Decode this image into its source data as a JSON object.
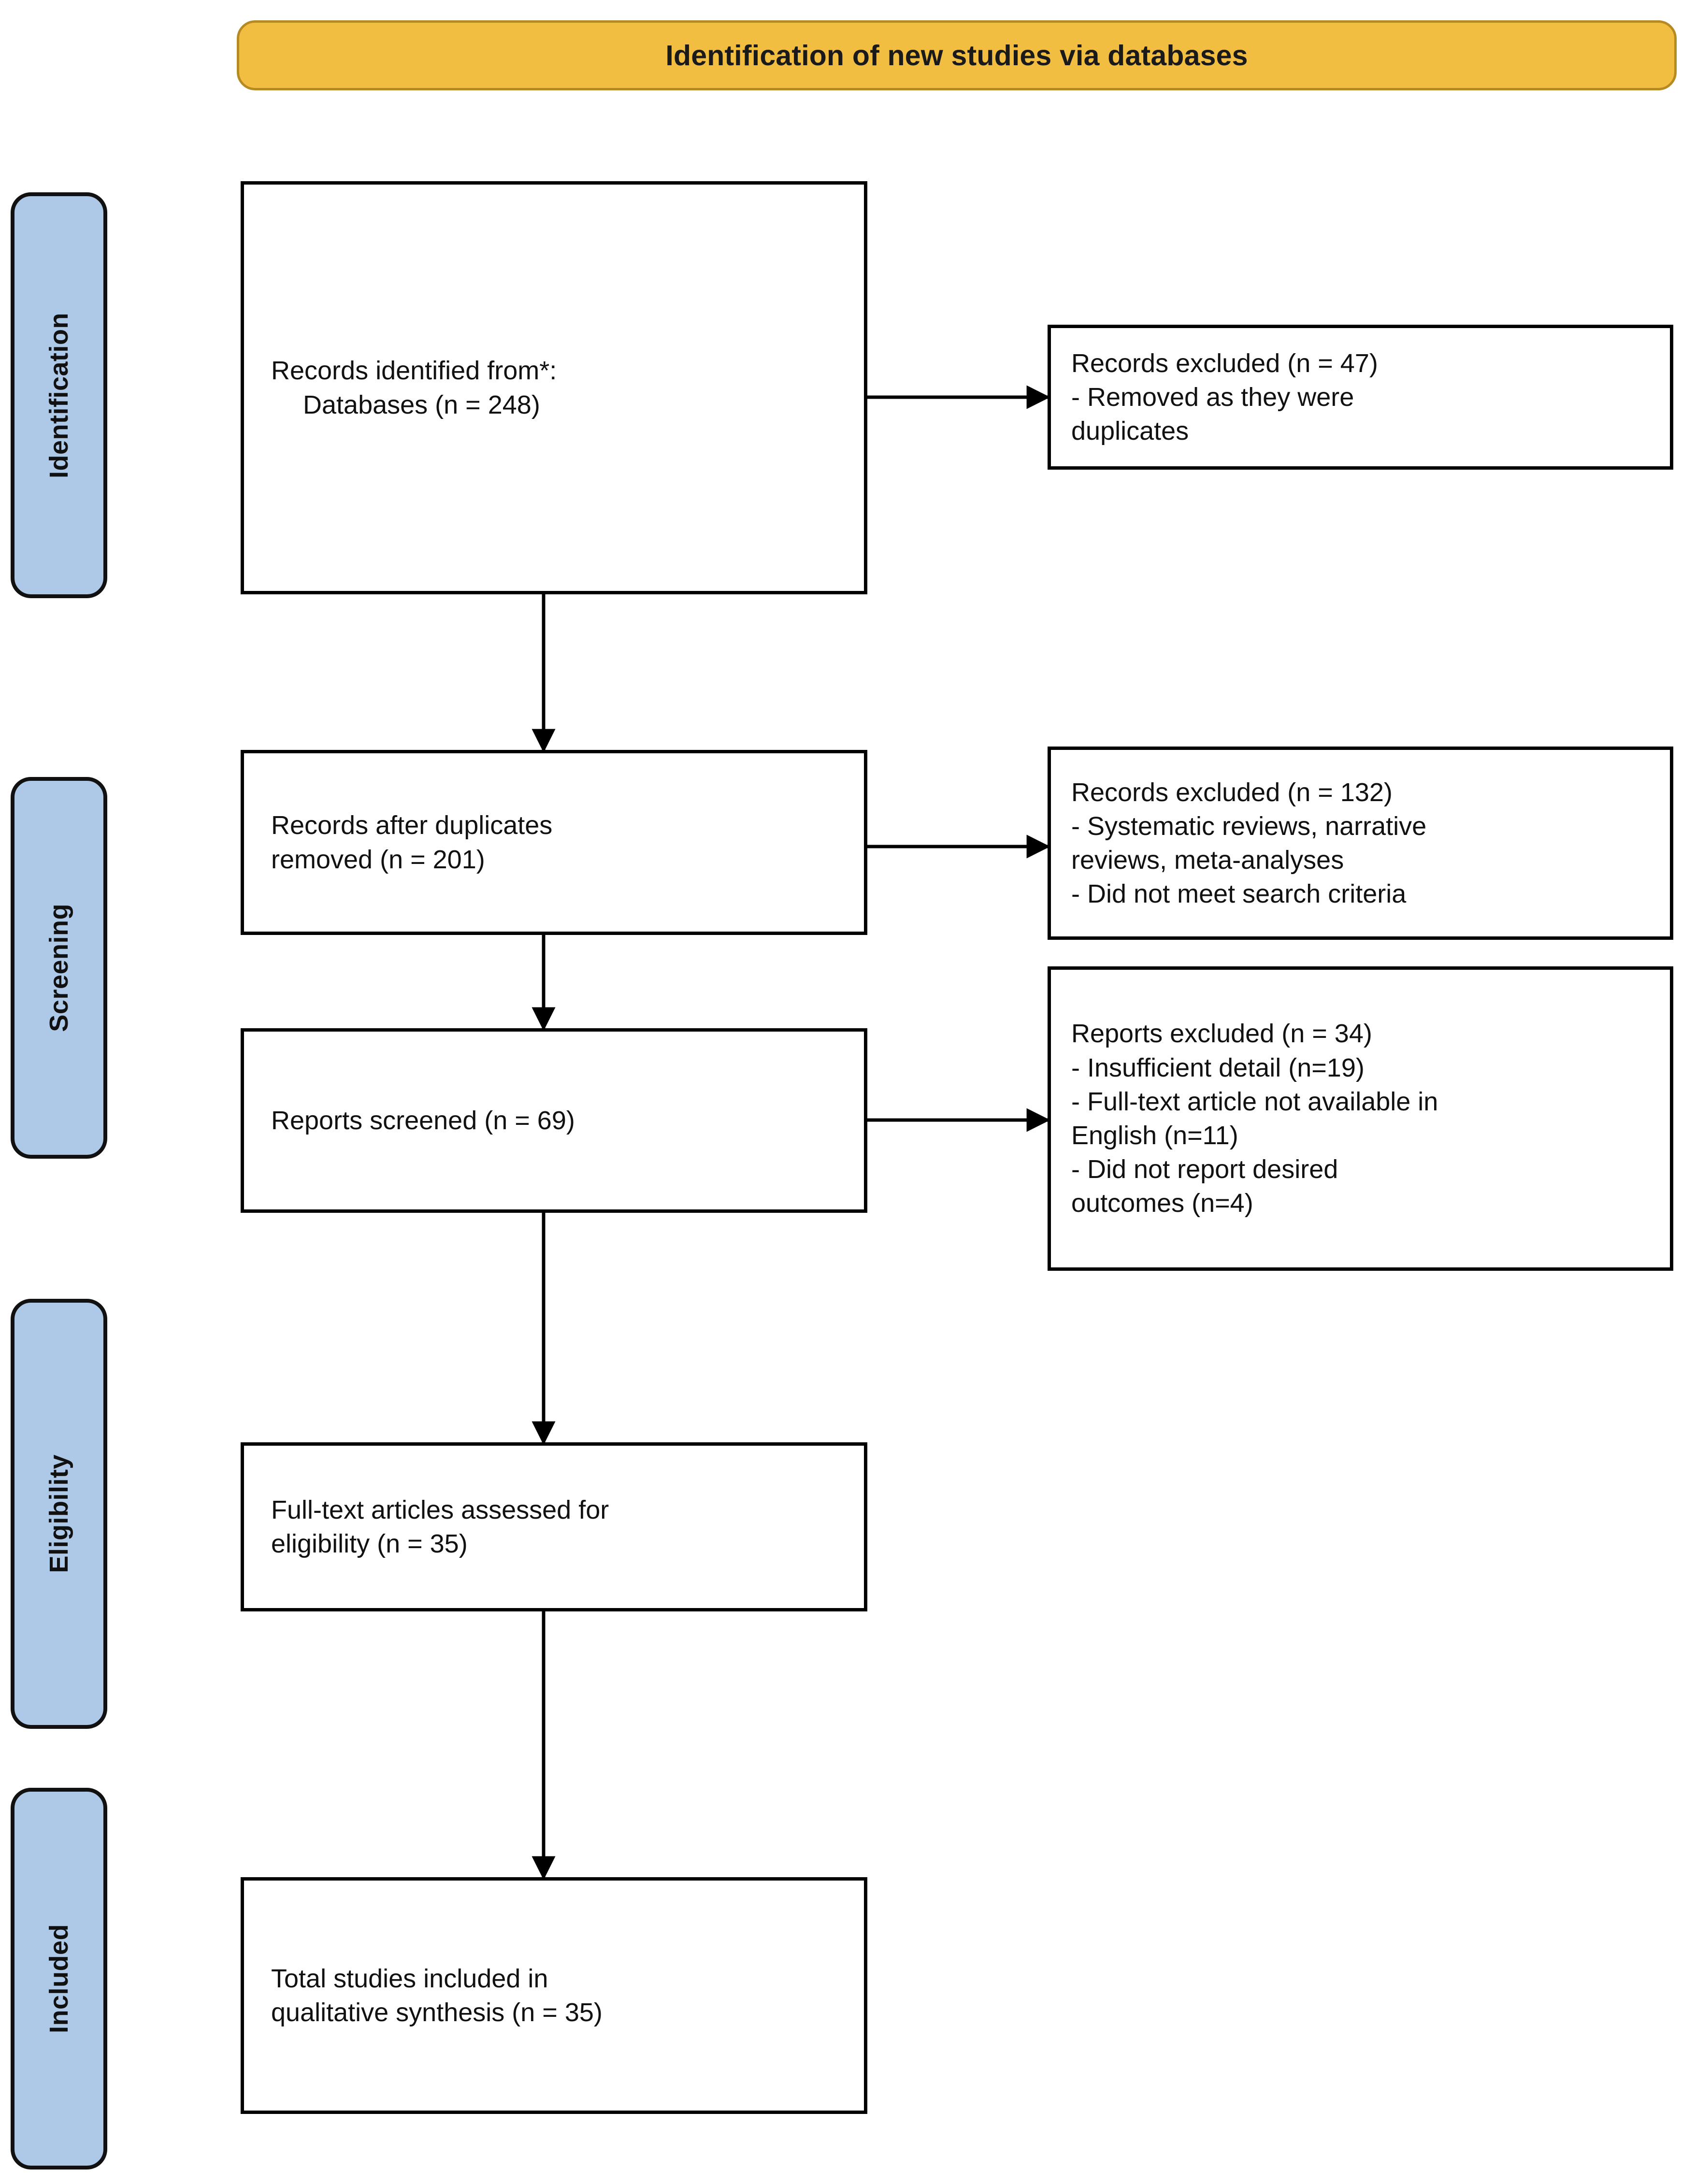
{
  "header": {
    "title": "Identification of new studies via databases",
    "banner_color": "#F2BE42",
    "banner_border_color": "#B58B21"
  },
  "stages": [
    {
      "id": "identification",
      "label": "Identification",
      "color": "#AEC9E8"
    },
    {
      "id": "screening",
      "label": "Screening",
      "color": "#AEC9E8"
    },
    {
      "id": "eligibility",
      "label": "Eligibility",
      "color": "#AEC9E8"
    },
    {
      "id": "included",
      "label": "Included",
      "color": "#AEC9E8"
    }
  ],
  "boxes": {
    "identified": {
      "line1": "Records identified from*:",
      "line2": "Databases (n = 248)"
    },
    "excluded_duplicates": {
      "line1": "Records excluded (n = 47)",
      "line2": "- Removed as they were",
      "line3": "duplicates"
    },
    "after_duplicates": {
      "line1": "Records after duplicates",
      "line2": "removed (n = 201)"
    },
    "excluded_screening": {
      "line1": "Records excluded (n = 132)",
      "line2": "- Systematic reviews, narrative",
      "line3": "reviews, meta-analyses",
      "line4": "- Did not meet search criteria"
    },
    "reports_screened": {
      "line1": "Reports screened (n = 69)"
    },
    "reports_excluded": {
      "line1": "Reports excluded (n = 34)",
      "line2": "- Insufficient detail (n=19)",
      "line3": "- Full-text article not available in",
      "line4": "English (n=11)",
      "line5": "- Did not report desired",
      "line6": "outcomes (n=4)"
    },
    "fulltext_assessed": {
      "line1": "Full-text articles assessed for",
      "line2": "eligibility (n = 35)"
    },
    "total_included": {
      "line1": "Total studies included in",
      "line2": "qualitative synthesis (n = 35)"
    }
  },
  "chart_data": {
    "type": "flowchart",
    "title": "Identification of new studies via databases",
    "nodes": [
      {
        "id": "identified",
        "stage": "Identification",
        "label": "Records identified from*: Databases (n = 248)",
        "n": 248
      },
      {
        "id": "excluded_duplicates",
        "stage": "Identification",
        "label": "Records excluded (n = 47) - Removed as they were duplicates",
        "n": 47
      },
      {
        "id": "after_duplicates",
        "stage": "Screening",
        "label": "Records after duplicates removed (n = 201)",
        "n": 201
      },
      {
        "id": "excluded_screening",
        "stage": "Screening",
        "label": "Records excluded (n = 132) - Systematic reviews, narrative reviews, meta-analyses - Did not meet search criteria",
        "n": 132
      },
      {
        "id": "reports_screened",
        "stage": "Screening",
        "label": "Reports screened (n = 69)",
        "n": 69
      },
      {
        "id": "reports_excluded",
        "stage": "Screening",
        "label": "Reports excluded (n = 34) - Insufficient detail (n=19) - Full-text article not available in English (n=11) - Did not report desired outcomes (n=4)",
        "n": 34
      },
      {
        "id": "fulltext_assessed",
        "stage": "Eligibility",
        "label": "Full-text articles assessed for eligibility (n = 35)",
        "n": 35
      },
      {
        "id": "total_included",
        "stage": "Included",
        "label": "Total studies included in qualitative synthesis (n = 35)",
        "n": 35
      }
    ],
    "edges": [
      {
        "from": "identified",
        "to": "excluded_duplicates",
        "direction": "right"
      },
      {
        "from": "identified",
        "to": "after_duplicates",
        "direction": "down"
      },
      {
        "from": "after_duplicates",
        "to": "excluded_screening",
        "direction": "right"
      },
      {
        "from": "after_duplicates",
        "to": "reports_screened",
        "direction": "down"
      },
      {
        "from": "reports_screened",
        "to": "reports_excluded",
        "direction": "right"
      },
      {
        "from": "reports_screened",
        "to": "fulltext_assessed",
        "direction": "down"
      },
      {
        "from": "fulltext_assessed",
        "to": "total_included",
        "direction": "down"
      }
    ],
    "exclusion_breakdown": {
      "duplicates": 47,
      "reviews_and_criteria": 132,
      "insufficient_detail": 19,
      "not_english": 11,
      "no_desired_outcomes": 4
    }
  }
}
